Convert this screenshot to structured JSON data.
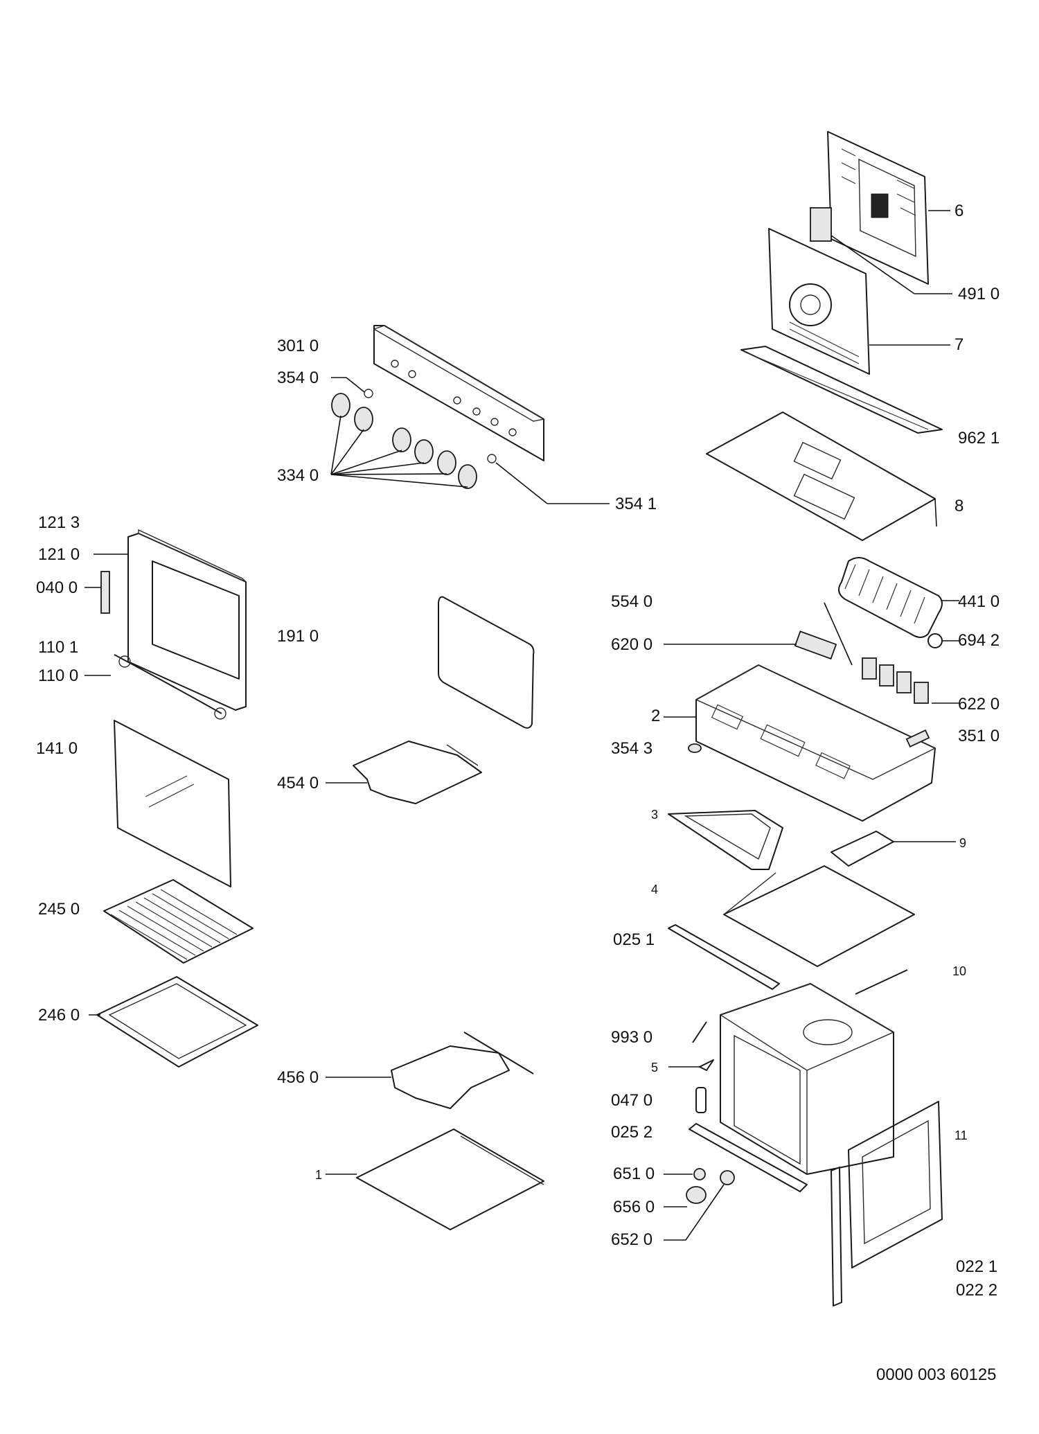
{
  "labels": {
    "l6": "6",
    "l4910": "491 0",
    "l7": "7",
    "l9621": "962 1",
    "l8": "8",
    "l3010": "301 0",
    "l3540": "354 0",
    "l3340": "334 0",
    "l3541": "354 1",
    "l1213": "121 3",
    "l1210": "121 0",
    "l0400": "040 0",
    "l1101": "110 1",
    "l1100": "110 0",
    "l1910": "191 0",
    "l1410": "141 0",
    "l4540": "454 0",
    "l5540": "554 0",
    "l4410": "441 0",
    "l6200": "620 0",
    "l6942": "694 2",
    "l2": "2",
    "l6220": "622 0",
    "l3543": "354 3",
    "l3510": "351 0",
    "l3": "3",
    "l9": "9",
    "l4": "4",
    "l2451": "025 1",
    "l2450": "245 0",
    "l2460": "246 0",
    "l10": "10",
    "l9930": "993 0",
    "l5": "5",
    "l0470": "047 0",
    "l0252": "025 2",
    "l11": "11",
    "l4560": "456 0",
    "l1": "1",
    "l6510": "651 0",
    "l6560": "656 0",
    "l6520": "652 0",
    "l0221": "022 1",
    "l0222": "022 2"
  },
  "footer": {
    "code": "0000 003 60125"
  }
}
